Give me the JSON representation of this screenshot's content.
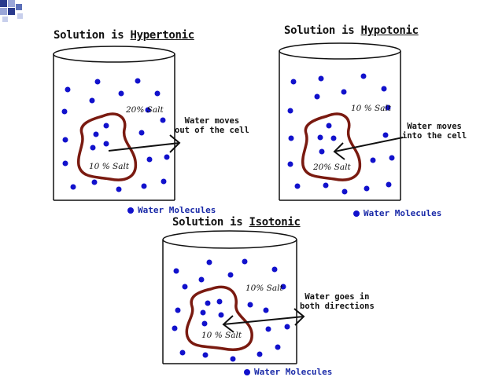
{
  "titles": {
    "hyper_prefix": "Solution is ",
    "hyper_word": "Hypertonic",
    "hypo_prefix": "Solution is ",
    "hypo_word": "Hypotonic",
    "iso_prefix": "Solution is ",
    "iso_word": "Isotonic"
  },
  "hypertonic": {
    "outside_label": "20% Salt",
    "inside_label": "10 % Salt",
    "note_line1": "Water moves",
    "note_line2": "out of the cell",
    "legend": "Water Molecules"
  },
  "hypotonic": {
    "outside_label": "10 % Salt",
    "inside_label": "20% Salt",
    "note_line1": "Water moves",
    "note_line2": "into the cell",
    "legend": "Water Molecules"
  },
  "isotonic": {
    "outside_label": "10% Salt",
    "inside_label": "10 % Salt",
    "note_line1": "Water goes in",
    "note_line2": "both directions",
    "legend": "Water Molecules"
  },
  "colors": {
    "water_dot": "#1111cc",
    "cell_membrane": "#7a1a10",
    "deco_blue": "#5b6fb8"
  }
}
